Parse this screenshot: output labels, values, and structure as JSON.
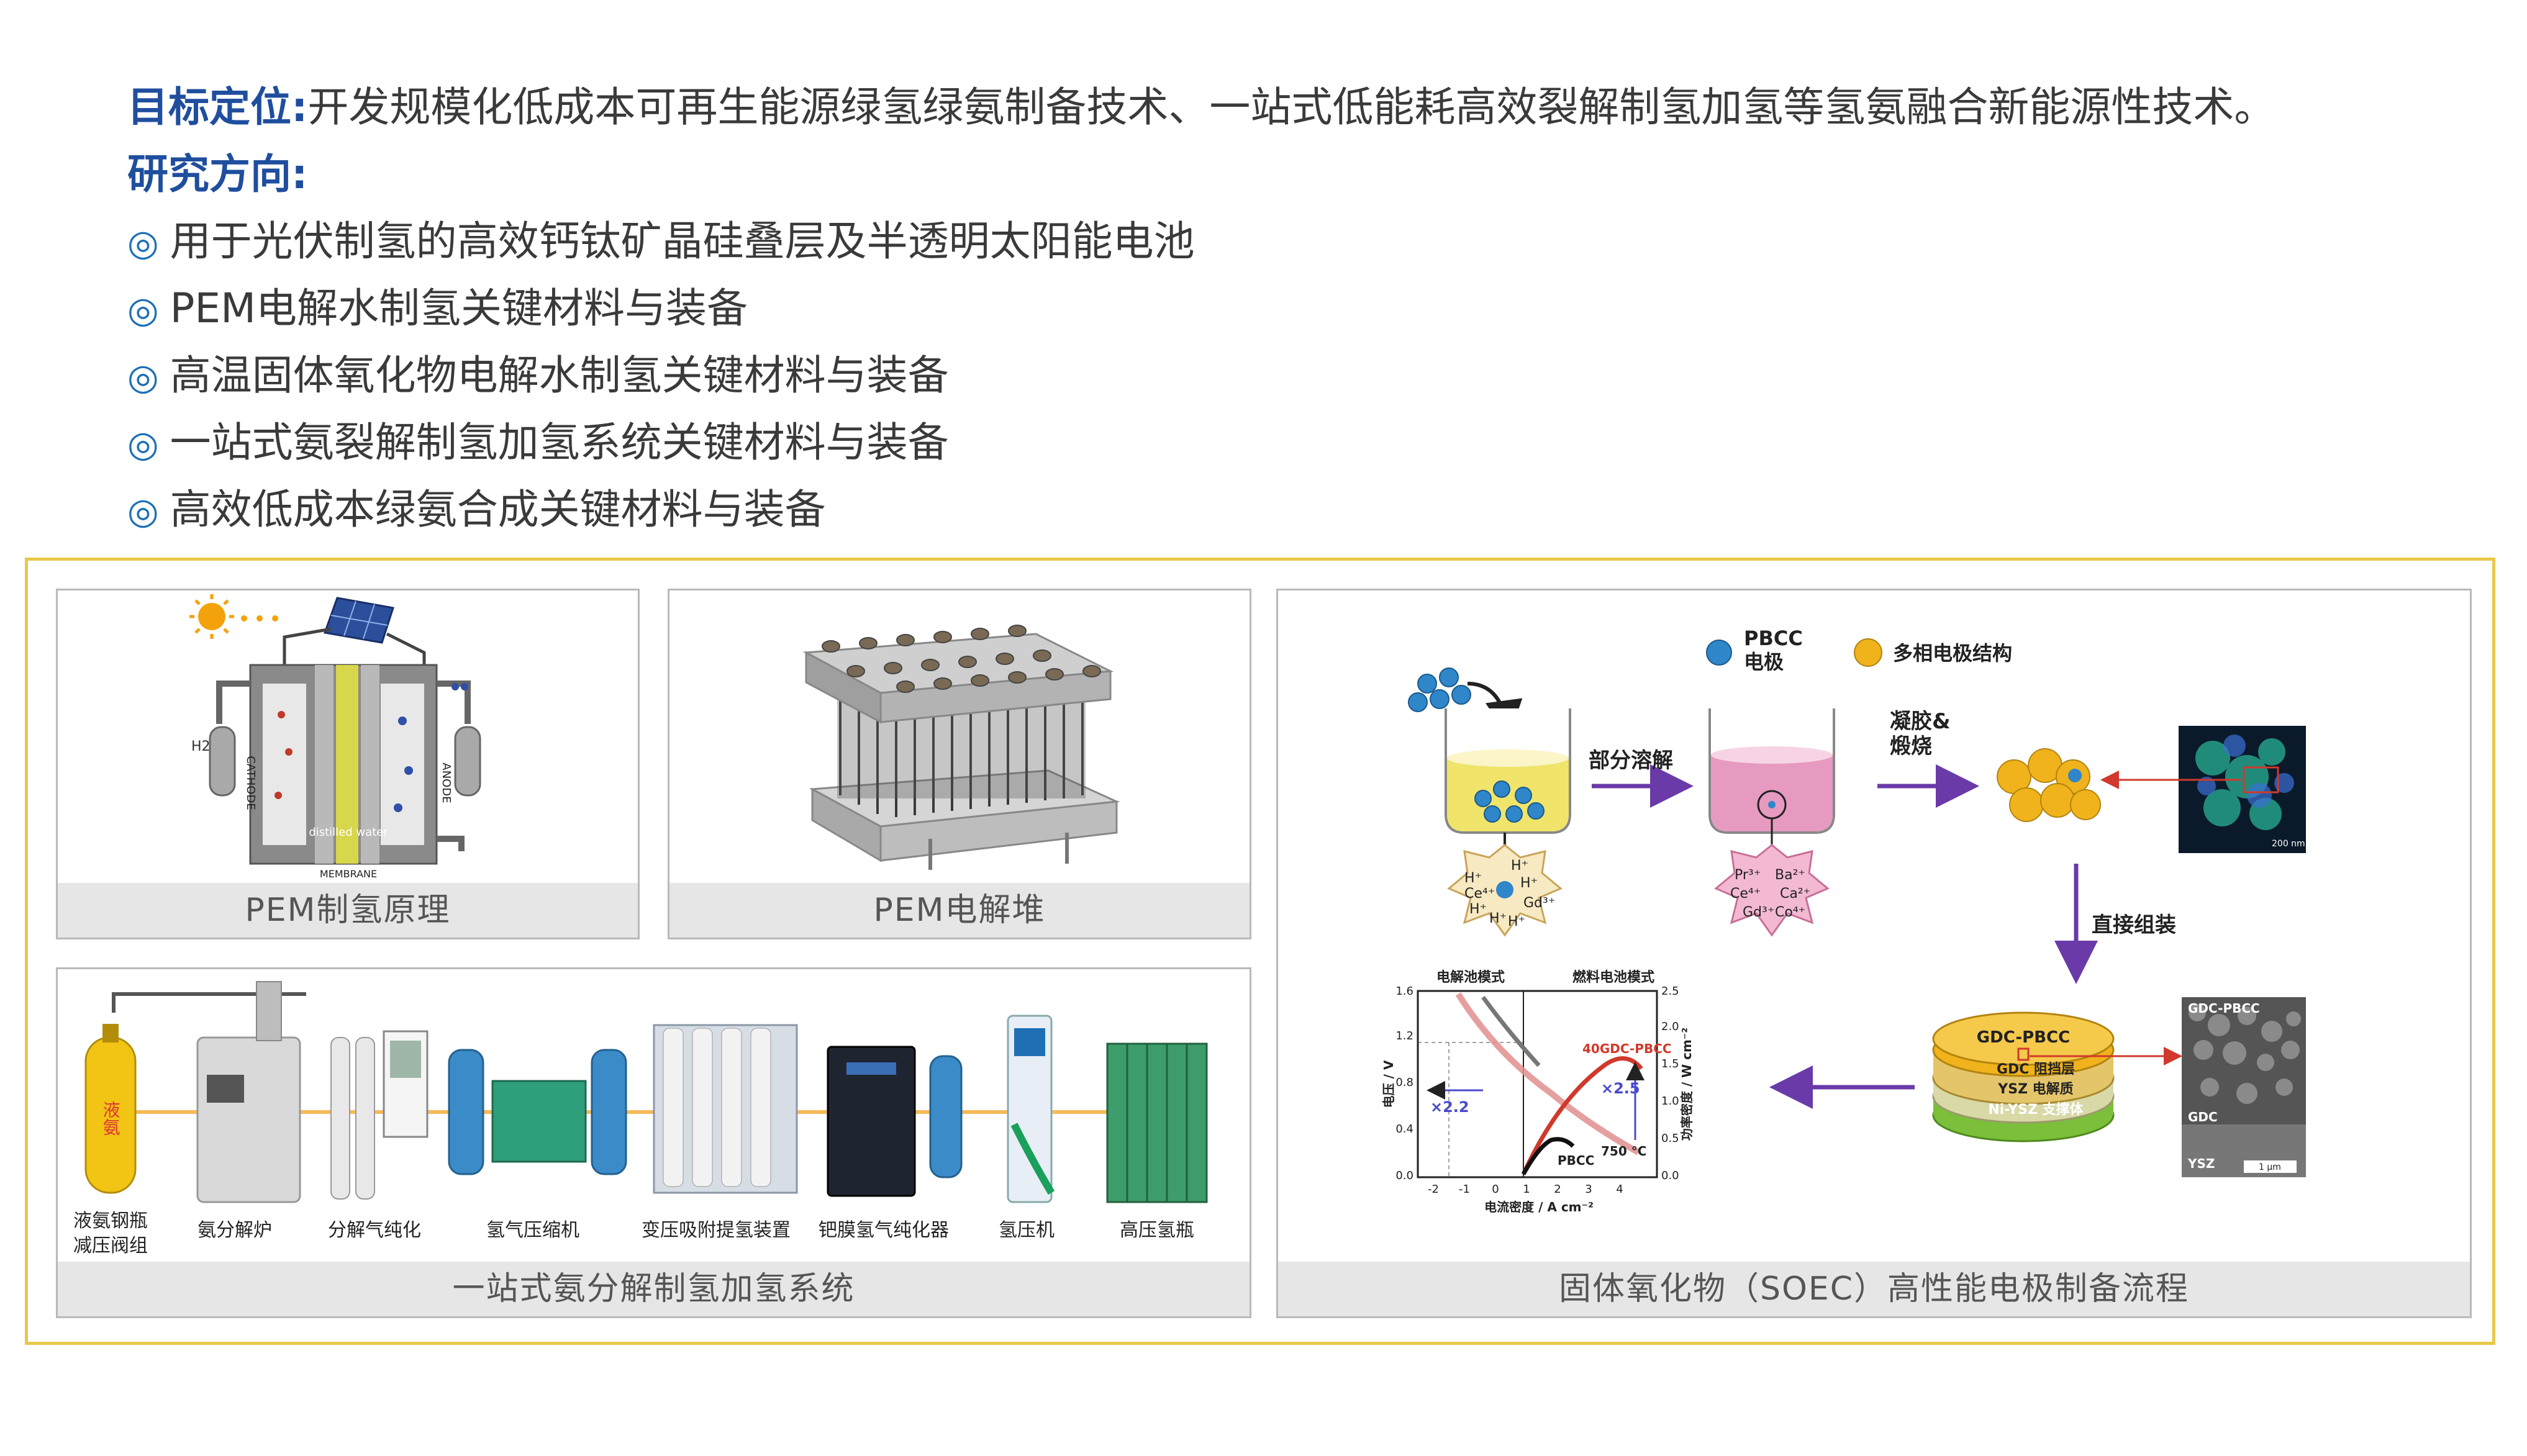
{
  "header": {
    "goal_label": "目标定位:",
    "goal_text": "开发规模化低成本可再生能源绿氢绿氨制备技术、一站式低能耗高效裂解制氢加氢等氢氨融合新能源性技术。",
    "direction_label": "研究方向:",
    "bullet_symbol": "◎",
    "directions": [
      "用于光伏制氢的高效钙钛矿晶硅叠层及半透明太阳能电池",
      "PEM电解水制氢关键材料与装备",
      "高温固体氧化物电解水制氢关键材料与装备",
      "一站式氨裂解制氢加氢系统关键材料与装备",
      "高效低成本绿氨合成关键材料与装备"
    ]
  },
  "panels": {
    "pem_principle": {
      "caption": "PEM制氢原理",
      "labels": {
        "h2": "H2",
        "cathode": "CATHODE",
        "anode": "ANODE",
        "membrane": "MEMBRANE",
        "water": "distilled water"
      }
    },
    "pem_stack": {
      "caption": "PEM电解堆"
    },
    "system": {
      "caption": "一站式氨分解制氢加氢系统",
      "tank_text": "液氨",
      "equipment": [
        "液氨钢瓶\n减压阀组",
        "氨分解炉",
        "分解气纯化",
        "氢气压缩机",
        "变压吸附提氢装置",
        "钯膜氢气纯化器",
        "氢压机",
        "高压氢瓶"
      ]
    },
    "soec": {
      "caption": "固体氧化物（SOEC）高性能电极制备流程",
      "legend": {
        "pbcc": "PBCC\n电极",
        "multiphase": "多相电极结构"
      },
      "steps": {
        "partial_dissolve": "部分溶解",
        "gel_calcine": "凝胶&\n煅烧",
        "direct_assembly": "直接组装"
      },
      "ions_left": [
        "H⁺",
        "H⁺",
        "Ce⁴⁺",
        "H⁺",
        "H⁺",
        "Gd³⁺",
        "H⁺",
        "H⁺"
      ],
      "ions_right": [
        "Pr³⁺",
        "Ba²⁺",
        "Ce⁴⁺",
        "Ca²⁺",
        "Gd³⁺",
        "Co⁴⁺"
      ],
      "sem_scale_1": "200 nm",
      "sem_scale_2": "1 μm",
      "layers": {
        "top": "GDC-PBCC",
        "gdc": "GDC 阻挡层",
        "ysz": "YSZ 电解质",
        "nysz": "Ni-YSZ 支撑体"
      },
      "sem_labels": [
        "GDC-PBCC",
        "GDC",
        "YSZ"
      ],
      "mini_chart": {
        "mode_left": "电解池模式",
        "mode_right": "燃料电池模式",
        "ylabel_left": "电压 / V",
        "ylabel_right": "功率密度 / W cm⁻²",
        "xlabel": "电流密度 / A cm⁻²",
        "temp": "750 °C",
        "series_new": "40GDC-PBCC",
        "series_old": "PBCC",
        "factor_left": "×2.2",
        "factor_right": "×2.5",
        "xticks": [
          "-2",
          "-1",
          "0",
          "1",
          "2",
          "3",
          "4"
        ],
        "yticks_left": [
          "0.0",
          "0.4",
          "0.8",
          "1.2",
          "1.6"
        ],
        "yticks_right": [
          "0.0",
          "0.5",
          "1.0",
          "1.5",
          "2.0",
          "2.5"
        ]
      }
    }
  }
}
